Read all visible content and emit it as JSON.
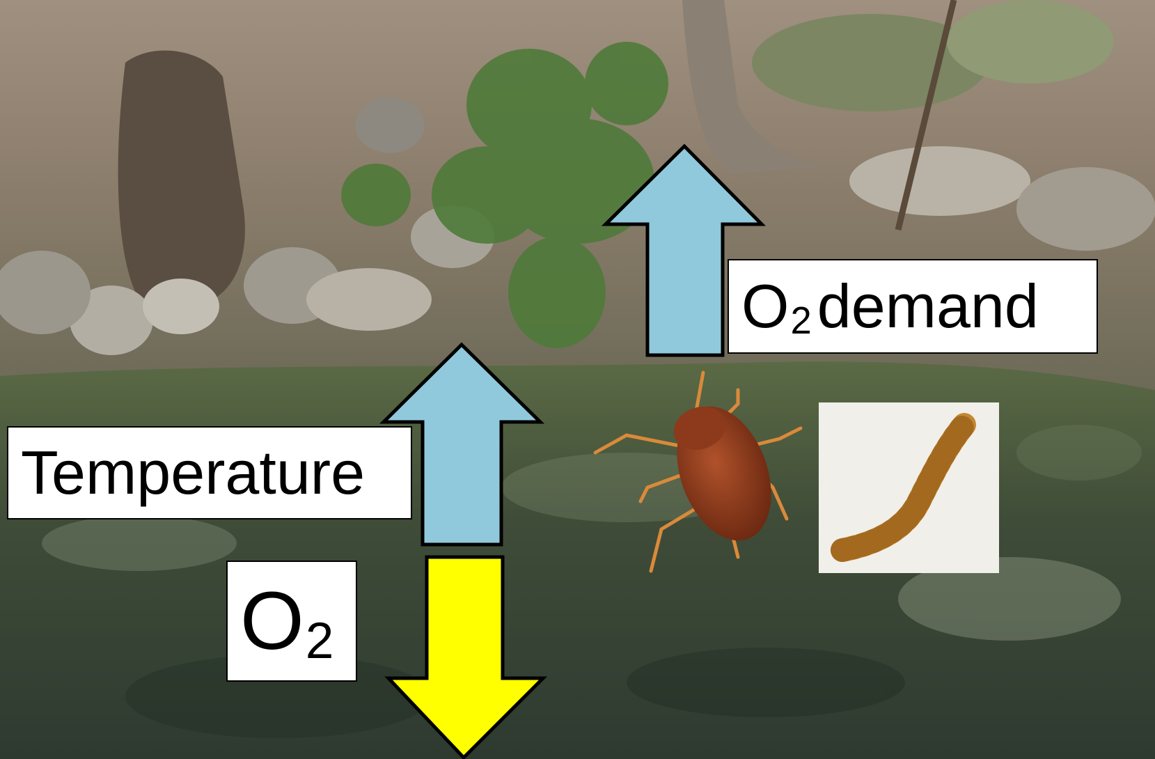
{
  "labels": {
    "temperature": "Temperature",
    "o2_demand_base": "O",
    "o2_demand_sub": "2",
    "o2_demand_rest": "demand",
    "o2_base": "O",
    "o2_sub": "2"
  },
  "colors": {
    "up_arrow": "#91c9dc",
    "down_arrow": "#ffff00",
    "outline": "#000000",
    "label_bg": "#ffffff"
  },
  "icons": {
    "temperature_arrow": "arrow-up",
    "o2_demand_arrow": "arrow-up",
    "o2_arrow": "arrow-down"
  }
}
